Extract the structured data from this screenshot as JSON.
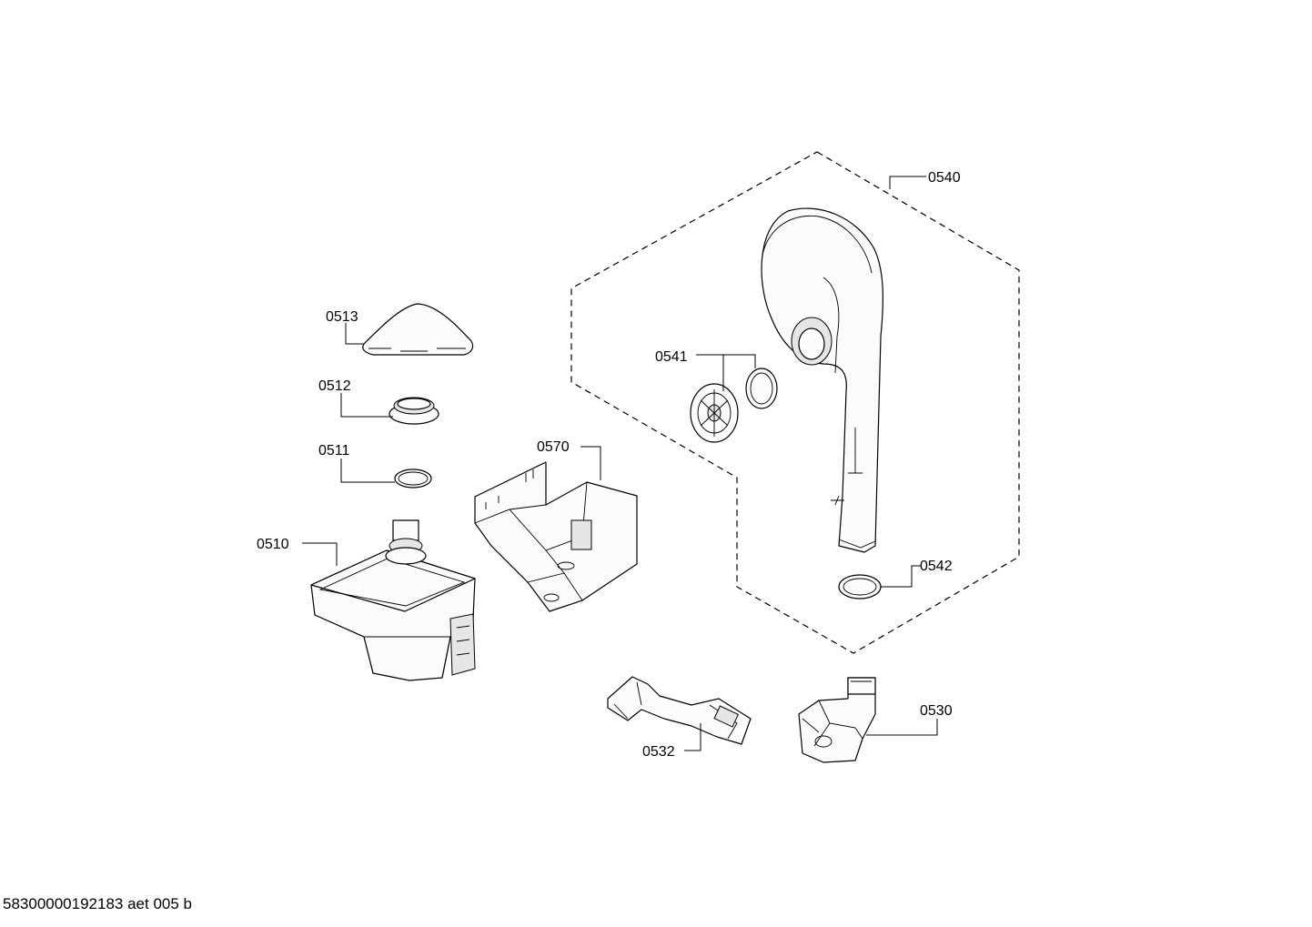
{
  "document_id": "58300000192183 aet 005 b",
  "callouts": {
    "c0510": "0510",
    "c0511": "0511",
    "c0512": "0512",
    "c0513": "0513",
    "c0530": "0530",
    "c0532": "0532",
    "c0540": "0540",
    "c0541": "0541",
    "c0542": "0542",
    "c0570": "0570"
  }
}
